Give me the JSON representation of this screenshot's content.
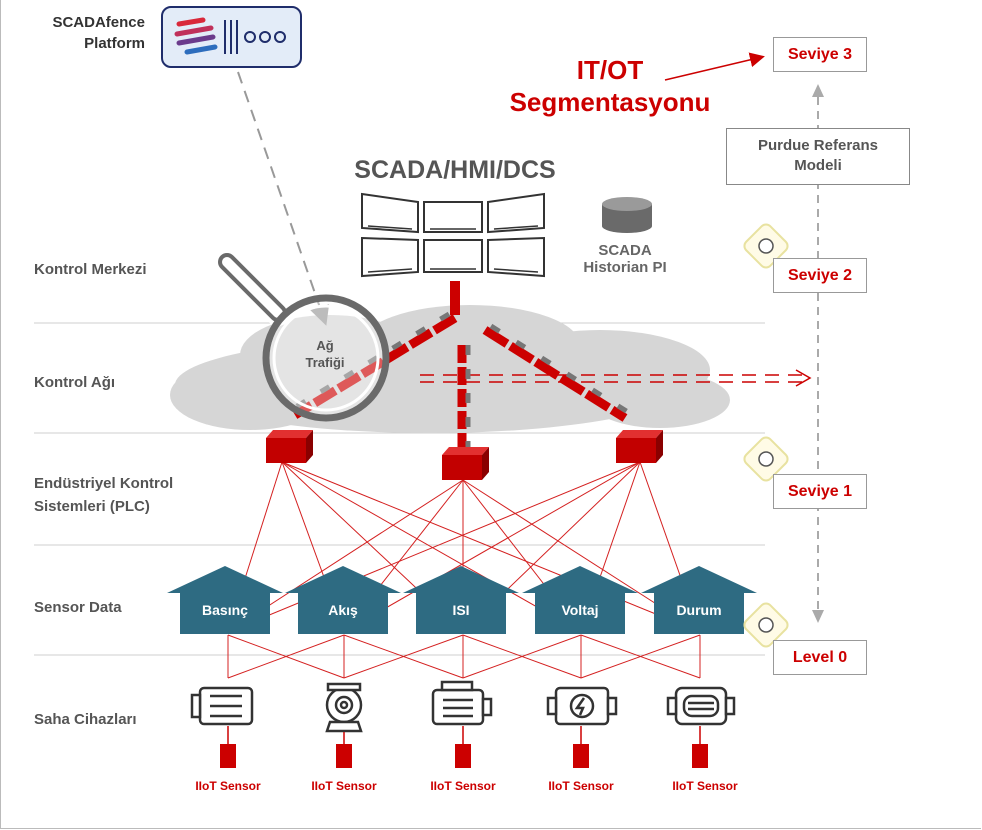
{
  "platform": {
    "line1": "SCADAfence",
    "line2": "Platform"
  },
  "segmentation": {
    "line1": "IT/OT",
    "line2": "Segmentasyonu"
  },
  "scada_title": "SCADA/HMI/DCS",
  "historian": {
    "line1": "SCADA",
    "line2": "Historian PI"
  },
  "traffic": {
    "line1": "Ağ",
    "line2": "Trafiği"
  },
  "purdue": {
    "line1": "Purdue Referans",
    "line2": "Modeli"
  },
  "rows": {
    "control_center": "Kontrol Merkezi",
    "control_network": "Kontrol Ağı",
    "ics_line1": "Endüstriyel Kontrol",
    "ics_line2": "Sistemleri (PLC)",
    "sensor_data": "Sensor Data",
    "field_devices": "Saha Cihazları"
  },
  "levels": {
    "level3": "Seviye 3",
    "level2": "Seviye 2",
    "level1": "Seviye 1",
    "level0": "Level 0"
  },
  "sensor_data_items": [
    "Basınç",
    "Akış",
    "ISI",
    "Voltaj",
    "Durum"
  ],
  "field_sensors": [
    "IIoT Sensor",
    "IIoT Sensor",
    "IIoT Sensor",
    "IIoT Sensor",
    "IIoT Sensor"
  ],
  "colors": {
    "accent_red": "#cc0000",
    "house_blue": "#2e6b82",
    "cloud_gray": "#d4d4d4",
    "text_gray": "#555555"
  }
}
